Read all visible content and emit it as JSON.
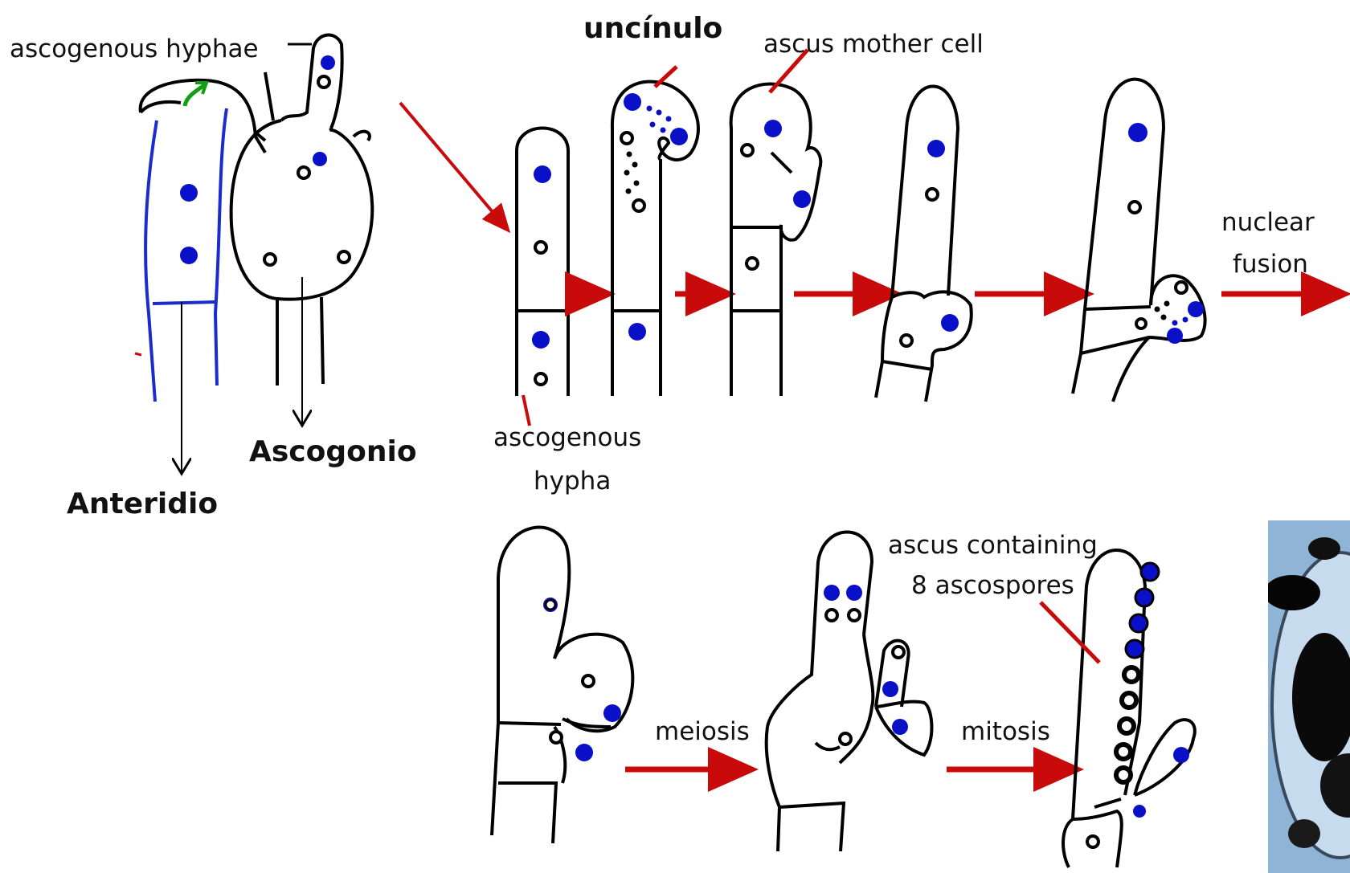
{
  "labels": {
    "ascogenous_hyphae": "ascogenous hyphae",
    "uncinulo": "uncínulo",
    "ascus_mother_cell": "ascus mother cell",
    "nuclear": "nuclear",
    "fusion": "fusion",
    "ascogonio": "Ascogonio",
    "anteridio": "Anteridio",
    "ascogenous": "ascogenous",
    "hypha": "hypha",
    "ascus_containing": "ascus containing",
    "eight_ascospores": "8 ascospores",
    "meiosis": "meiosis",
    "mitosis": "mitosis"
  },
  "colors": {
    "outline": "#000000",
    "nucleus_blue": "#0a10c8",
    "antheridium_blue": "#1a2ccc",
    "arrow_red": "#c80a0a",
    "trichogyne_green": "#12a012",
    "photo_bg": "#8fb4d6"
  }
}
